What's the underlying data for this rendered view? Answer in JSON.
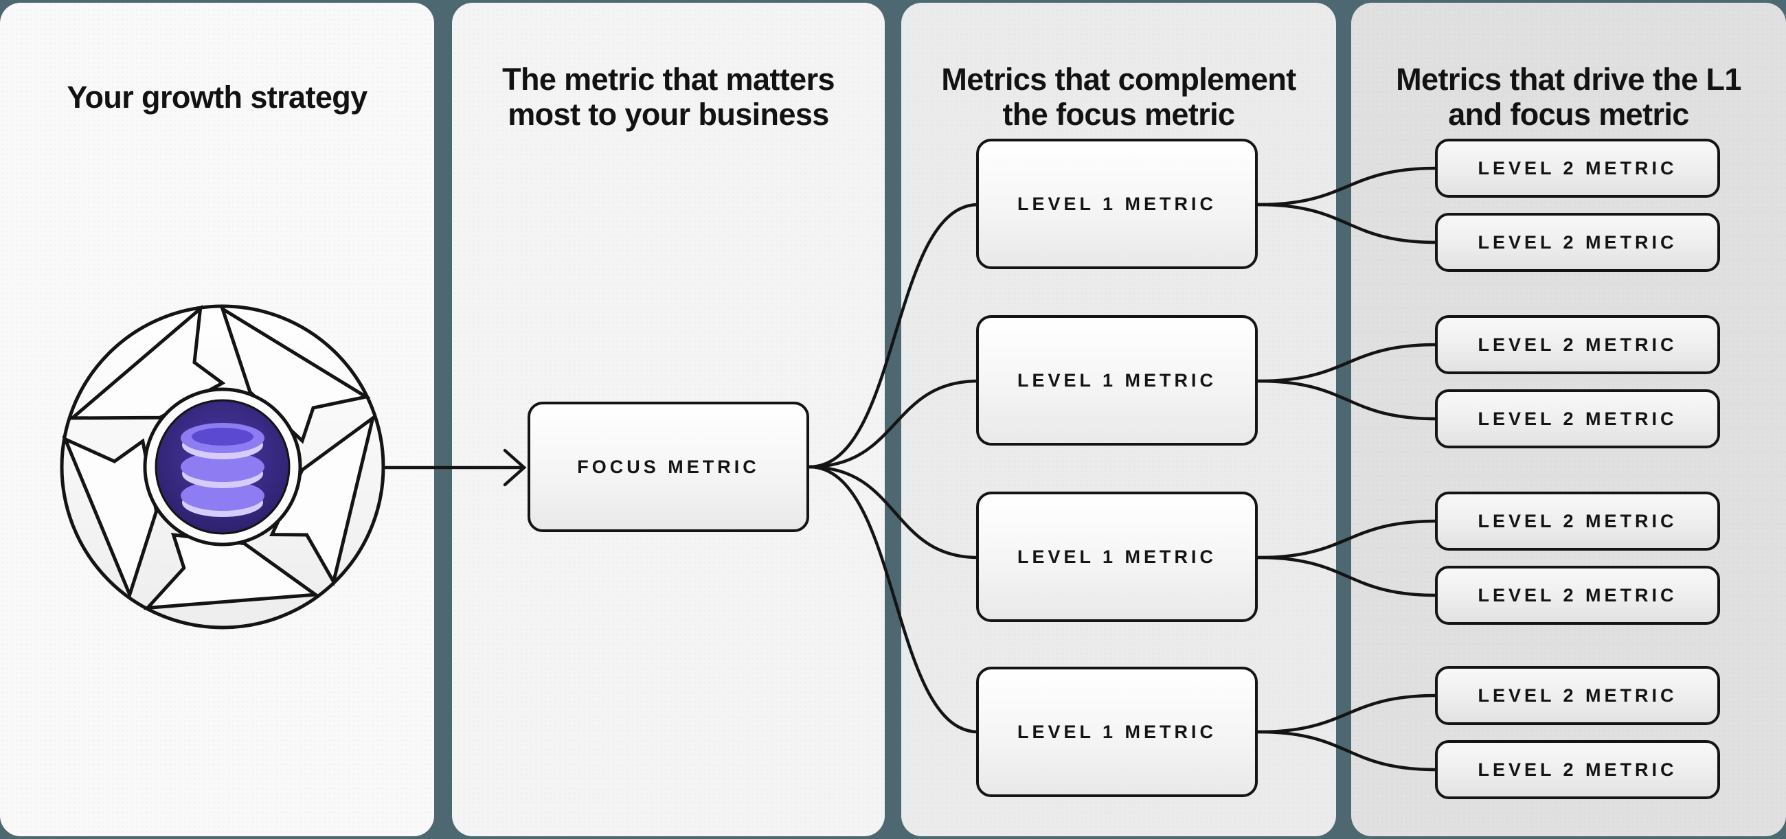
{
  "colors": {
    "background_teal": "#4d6871",
    "panel_light": "#f9f9f9",
    "panel_mid": "#ebebeb",
    "panel_dark": "#e0e0e0",
    "line_black": "#141414",
    "hub_purple_dark": "#2a1d63",
    "hub_purple_light": "#4b39a8",
    "database_purple": "#8d7cf2",
    "database_highlight": "#d6cdfc"
  },
  "panels": [
    {
      "title_lines": [
        "Your growth strategy"
      ]
    },
    {
      "title_lines": [
        "The metric that matters",
        "most to your business"
      ]
    },
    {
      "title_lines": [
        "Metrics that complement",
        "the focus metric"
      ]
    },
    {
      "title_lines": [
        "Metrics that drive the L1",
        "and focus metric"
      ]
    }
  ],
  "nodes": {
    "focus": {
      "label": "FOCUS METRIC"
    },
    "level1": [
      {
        "label": "LEVEL 1 METRIC"
      },
      {
        "label": "LEVEL 1 METRIC"
      },
      {
        "label": "LEVEL 1 METRIC"
      },
      {
        "label": "LEVEL 1 METRIC"
      }
    ],
    "level2": [
      {
        "label": "LEVEL 2 METRIC"
      },
      {
        "label": "LEVEL 2 METRIC"
      },
      {
        "label": "LEVEL 2 METRIC"
      },
      {
        "label": "LEVEL 2 METRIC"
      },
      {
        "label": "LEVEL 2 METRIC"
      },
      {
        "label": "LEVEL 2 METRIC"
      },
      {
        "label": "LEVEL 2 METRIC"
      },
      {
        "label": "LEVEL 2 METRIC"
      }
    ]
  },
  "icons": {
    "flywheel": "flywheel-arrows-icon",
    "database": "stacked-cylinders-database-icon",
    "arrow": "right-arrow-icon"
  }
}
